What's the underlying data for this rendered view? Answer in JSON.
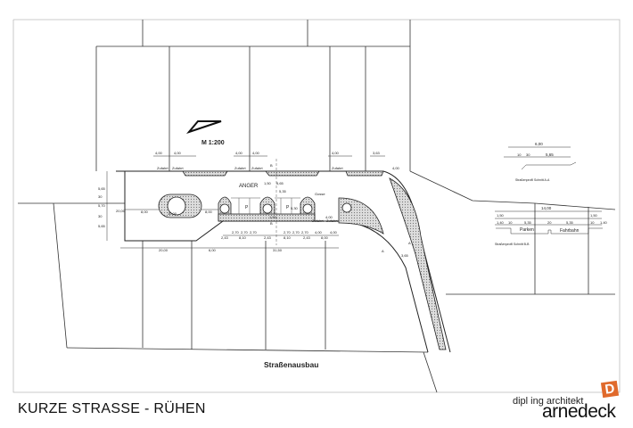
{
  "drawing": {
    "scale": "M 1:200",
    "area_label": "ANGER",
    "street_label": "Straßenausbau",
    "gosse_label": "Gosse",
    "zufahrt_label": "Zufahrt",
    "parking_label": "P",
    "section_marks": [
      "B",
      "B",
      "A",
      "A"
    ],
    "dimensions": [
      "4,00",
      "4,00",
      "4,00",
      "4,00",
      "4,00",
      "3,63",
      "4,00",
      "20,00",
      "5,65",
      "30",
      "5,70",
      "30",
      "5,65",
      "8,00",
      "10,00",
      "8,00",
      "1,50",
      "5,65",
      "5,35",
      "5,30",
      "1,50",
      "4,00",
      "2,70",
      "2,70",
      "2,70",
      "2,70",
      "2,70",
      "2,70",
      "4,00",
      "4,00",
      "2,43",
      "8,10",
      "2,43",
      "8,10",
      "2,43",
      "8,00",
      "20,00",
      "6,00",
      "31,50",
      "3,65"
    ]
  },
  "section_aa": {
    "caption": "Straßenprofil Schnitt A-A",
    "total": "6,00",
    "parts": [
      "10",
      "30",
      "5,65"
    ]
  },
  "section_bb": {
    "caption": "Straßenprofil Schnitt B-B",
    "total": "14,00",
    "parts": [
      "1,50",
      "1,40",
      "10",
      "5,35",
      "20",
      "5,35",
      "1,50",
      "10",
      "1,40"
    ],
    "parking": "Parken",
    "lane": "Fahrbahn"
  },
  "title_block": {
    "title": "KURZE STRASSE - RÜHEN",
    "architect_sub": "dipl ing architekt",
    "architect_name": "arnedeck",
    "logo_letter": "D"
  }
}
